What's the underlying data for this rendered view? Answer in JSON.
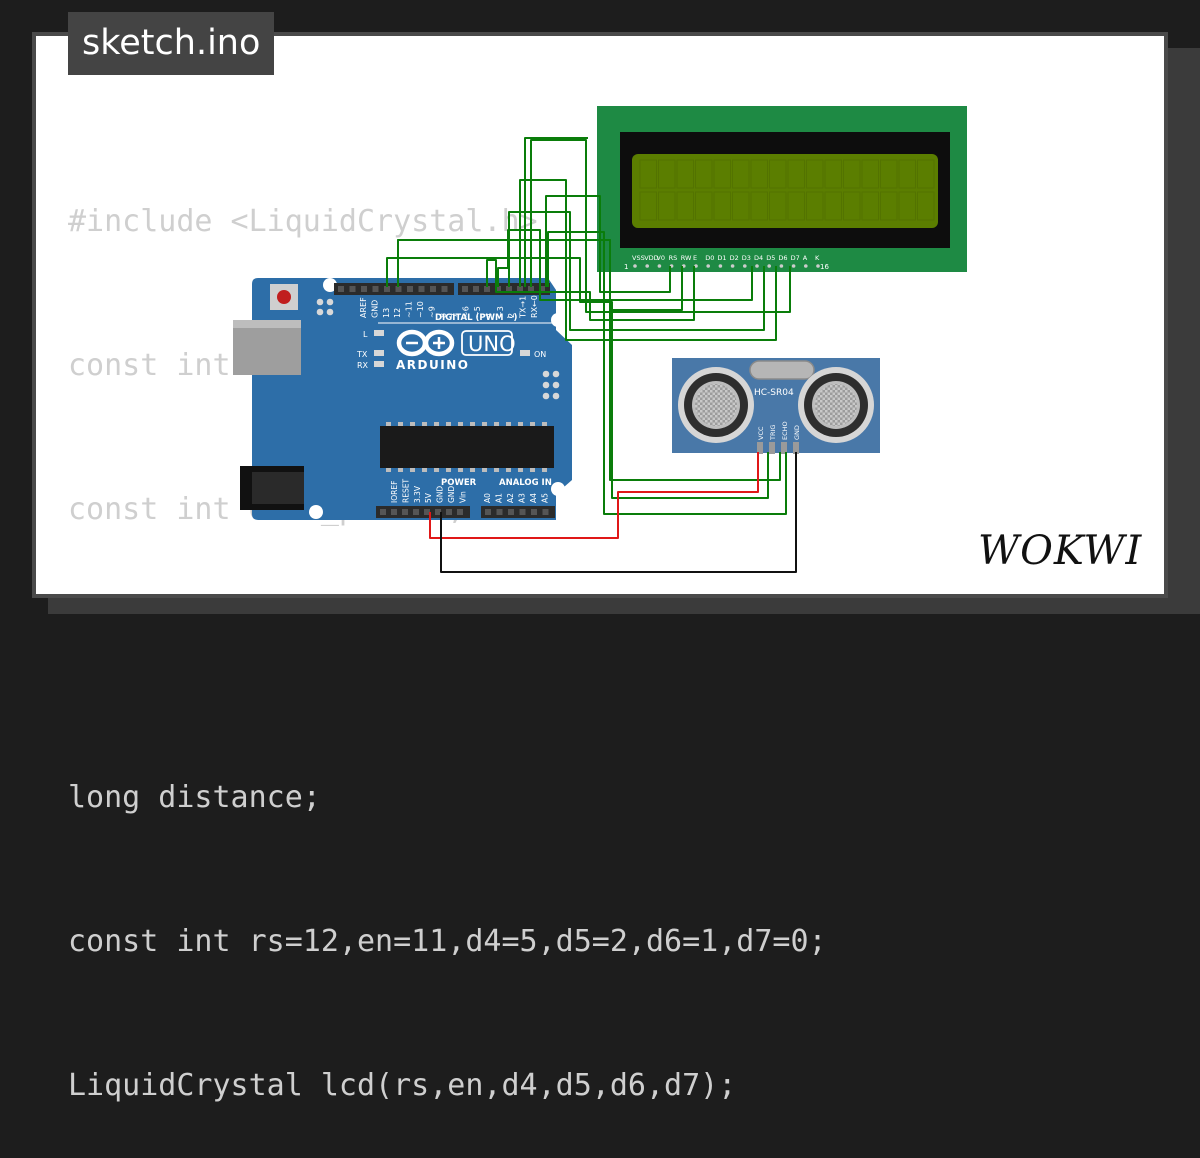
{
  "file_tab": {
    "label": "sketch.ino"
  },
  "code_lines": [
    "#include <LiquidCrystal.h>",
    "const int trig_pin=13;",
    "const int echo_pin=12;",
    "",
    "long distance;",
    "const int rs=12,en=11,d4=5,d5=2,d6=1,d7=0;",
    "LiquidCrystal lcd(rs,en,d4,d5,d6,d7);"
  ],
  "brand": {
    "name": "WOKWI"
  },
  "arduino": {
    "brand": "ARDUINO",
    "model": "UNO",
    "digital_label": "DIGITAL (PWM ~)",
    "power_label": "POWER",
    "analog_label": "ANALOG IN",
    "led_on": "ON",
    "led_l": "L",
    "led_tx": "TX",
    "led_rx": "RX",
    "digital_pins": [
      "AREF",
      "GND",
      "13",
      "12",
      "~11",
      "~10",
      "~9",
      "8",
      "7",
      "~6",
      "~5",
      "4",
      "~3",
      "2",
      "TX→1",
      "RX←0"
    ],
    "power_pins": [
      "IOREF",
      "RESET",
      "3.3V",
      "5V",
      "GND",
      "GND",
      "Vin"
    ],
    "analog_pins": [
      "A0",
      "A1",
      "A2",
      "A3",
      "A4",
      "A5"
    ]
  },
  "lcd": {
    "pins": [
      "VSS",
      "VDD",
      "V0",
      "RS",
      "RW",
      "E",
      "D0",
      "D1",
      "D2",
      "D3",
      "D4",
      "D5",
      "D6",
      "D7",
      "A",
      "K"
    ],
    "pin_first": "1",
    "pin_last": "16"
  },
  "sensor": {
    "model": "HC-SR04",
    "pins": [
      "VCC",
      "TRIG",
      "ECHO",
      "GND"
    ]
  },
  "colors": {
    "board": "#2d6ea8",
    "lcd_pcb": "#1e8a44",
    "lcd_screen": "#5b7e00",
    "sensor": "#4978a8",
    "wire_signal": "#0a7d0a",
    "wire_power": "#e01818",
    "wire_ground": "#111111",
    "code_text": "#cfcfcf"
  }
}
